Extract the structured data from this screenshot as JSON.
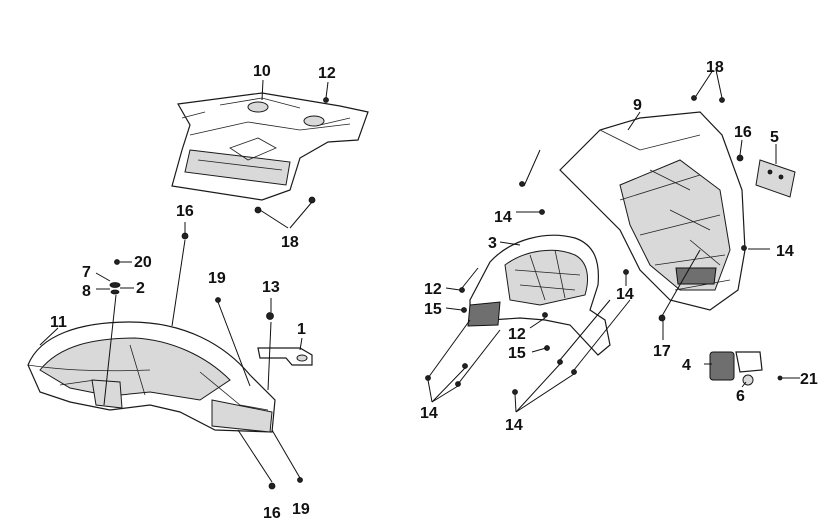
{
  "callouts": {
    "c1": "1",
    "c2": "2",
    "c3": "3",
    "c4": "4",
    "c5": "5",
    "c6": "6",
    "c7": "7",
    "c8": "8",
    "c9": "9",
    "c10": "10",
    "c11": "11",
    "c12a": "12",
    "c12b": "12",
    "c12c": "12",
    "c13": "13",
    "c14a": "14",
    "c14b": "14",
    "c14c": "14",
    "c14d": "14",
    "c14e": "14",
    "c15a": "15",
    "c15b": "15",
    "c16a": "16",
    "c16b": "16",
    "c16c": "16",
    "c17": "17",
    "c18a": "18",
    "c18b": "18",
    "c19a": "19",
    "c19b": "19",
    "c20": "20",
    "c21": "21"
  },
  "colors": {
    "line": "#1a1a1a",
    "shade": "#d9d9d9",
    "dark": "#6f6f6f",
    "background": "#ffffff"
  }
}
